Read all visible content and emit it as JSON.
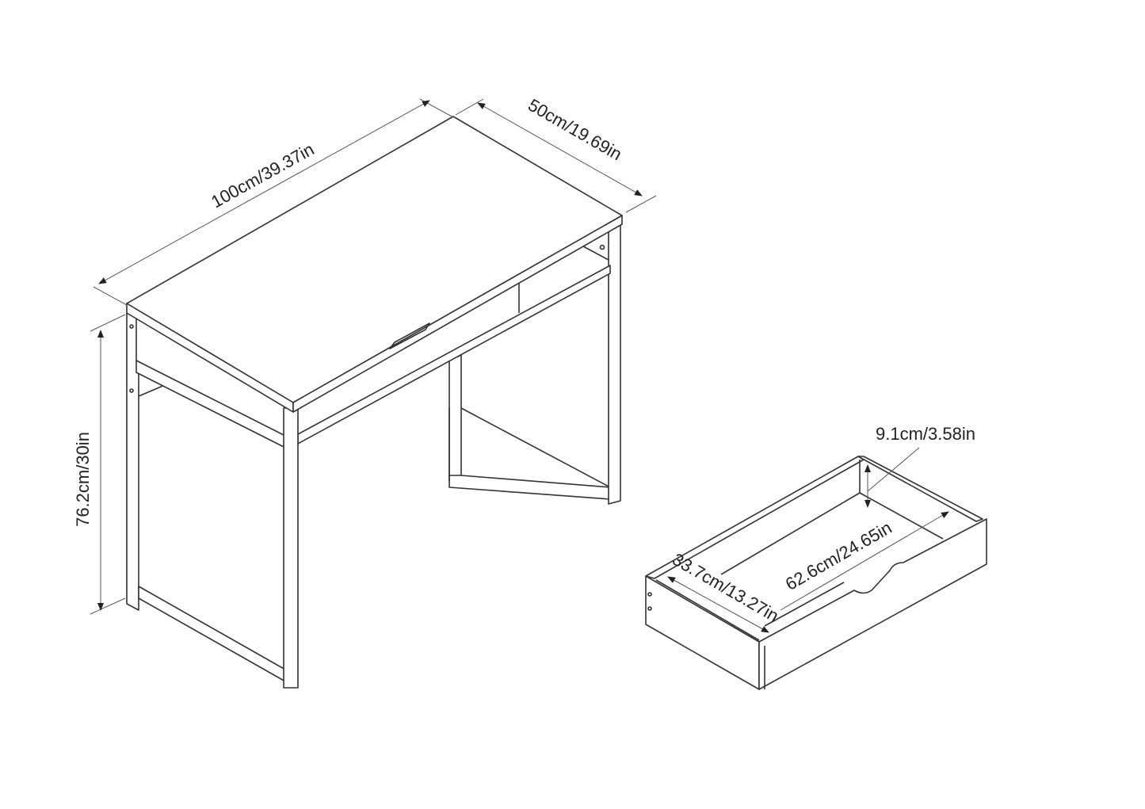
{
  "diagram": {
    "desk": {
      "width_label": "100cm/39.37in",
      "depth_label": "50cm/19.69in",
      "height_label": "76.2cm/30in"
    },
    "drawer": {
      "height_label": "9.1cm/3.58in",
      "length_label": "62.6cm/24.65in",
      "width_label": "33.7cm/13.27in"
    },
    "colors": {
      "line": "#333333",
      "background": "#ffffff"
    }
  }
}
